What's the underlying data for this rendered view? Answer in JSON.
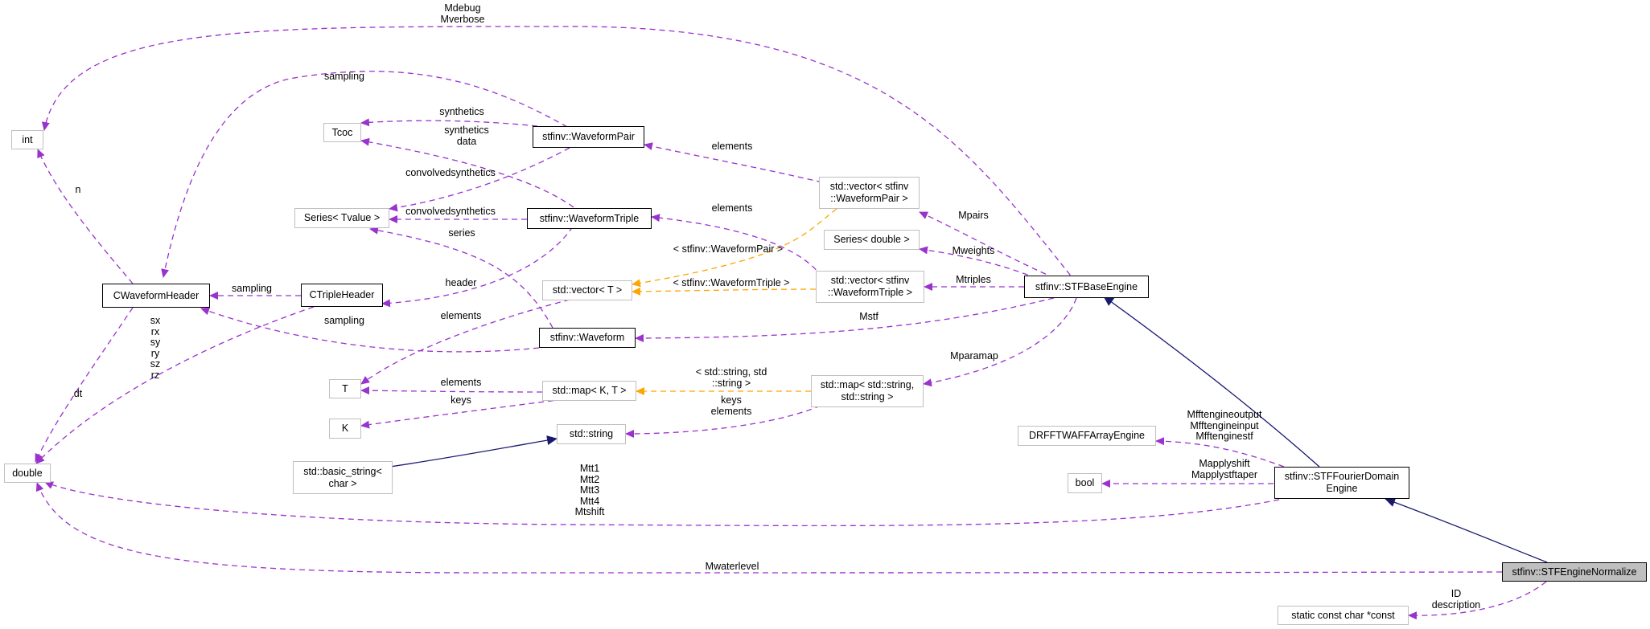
{
  "colors": {
    "usage_edge": "#9a32cd",
    "template_edge": "#ffa500",
    "inheritance_edge": "#191970",
    "focus_fill": "#bfbfbf"
  },
  "nodes": {
    "int": "int",
    "tcoc": "Tcoc",
    "series_tvalue": "Series< Tvalue >",
    "waveform_pair": "stfinv::WaveformPair",
    "waveform_triple": "stfinv::WaveformTriple",
    "vector_pair": "std::vector< stfinv\n::WaveformPair >",
    "series_double": "Series< double >",
    "cwaveform_header": "CWaveformHeader",
    "ctriple_header": "CTripleHeader",
    "vector_t": "std::vector< T >",
    "vector_triple": "std::vector< stfinv\n::WaveformTriple >",
    "base_engine": "stfinv::STFBaseEngine",
    "waveform": "stfinv::Waveform",
    "t": "T",
    "map_kt": "std::map< K, T >",
    "map_string": "std::map< std::string,\nstd::string >",
    "k": "K",
    "string": "std::string",
    "drfft": "DRFFTWAFFArrayEngine",
    "basic_string": "std::basic_string<\nchar >",
    "double": "double",
    "bool": "bool",
    "fourier_engine": "stfinv::STFFourierDomain\nEngine",
    "normalize_engine": "stfinv::STFEngineNormalize",
    "static_const": "static const char *const"
  },
  "edge_labels": {
    "mdebug": "Mdebug\nMverbose",
    "sampling_top": "sampling",
    "synthetics": "synthetics",
    "synthetics_data": "synthetics\ndata",
    "elements_pair": "elements",
    "n": "n",
    "convolved_1": "convolvedsynthetics",
    "convolved_2": "convolvedsynthetics",
    "elements_triple": "elements",
    "series": "series",
    "mpairs": "Mpairs",
    "tpl_pair": "< stfinv::WaveformPair >",
    "mweights": "Mweights",
    "sampling_ct": "sampling",
    "header": "header",
    "mtriples": "Mtriples",
    "tpl_triple": "< stfinv::WaveformTriple >",
    "elements_vt": "elements",
    "sampling_wf": "sampling",
    "mstf": "Mstf",
    "sx_rz": "sx\nrx\nsy\nry\nsz\nrz",
    "dt": "dt",
    "mparamap": "Mparamap",
    "elements_map": "elements",
    "tpl_string": "< std::string, std\n::string >",
    "keys": "keys",
    "keys_elements": "keys\nelements",
    "mfft": "Mfftengineoutput\nMfftengineinput\nMfftenginestf",
    "mapply": "Mapplyshift\nMapplystftaper",
    "mtt": "Mtt1\nMtt2\nMtt3\nMtt4\nMtshift",
    "mwaterlevel": "Mwaterlevel",
    "id_desc": "ID\ndescription"
  }
}
